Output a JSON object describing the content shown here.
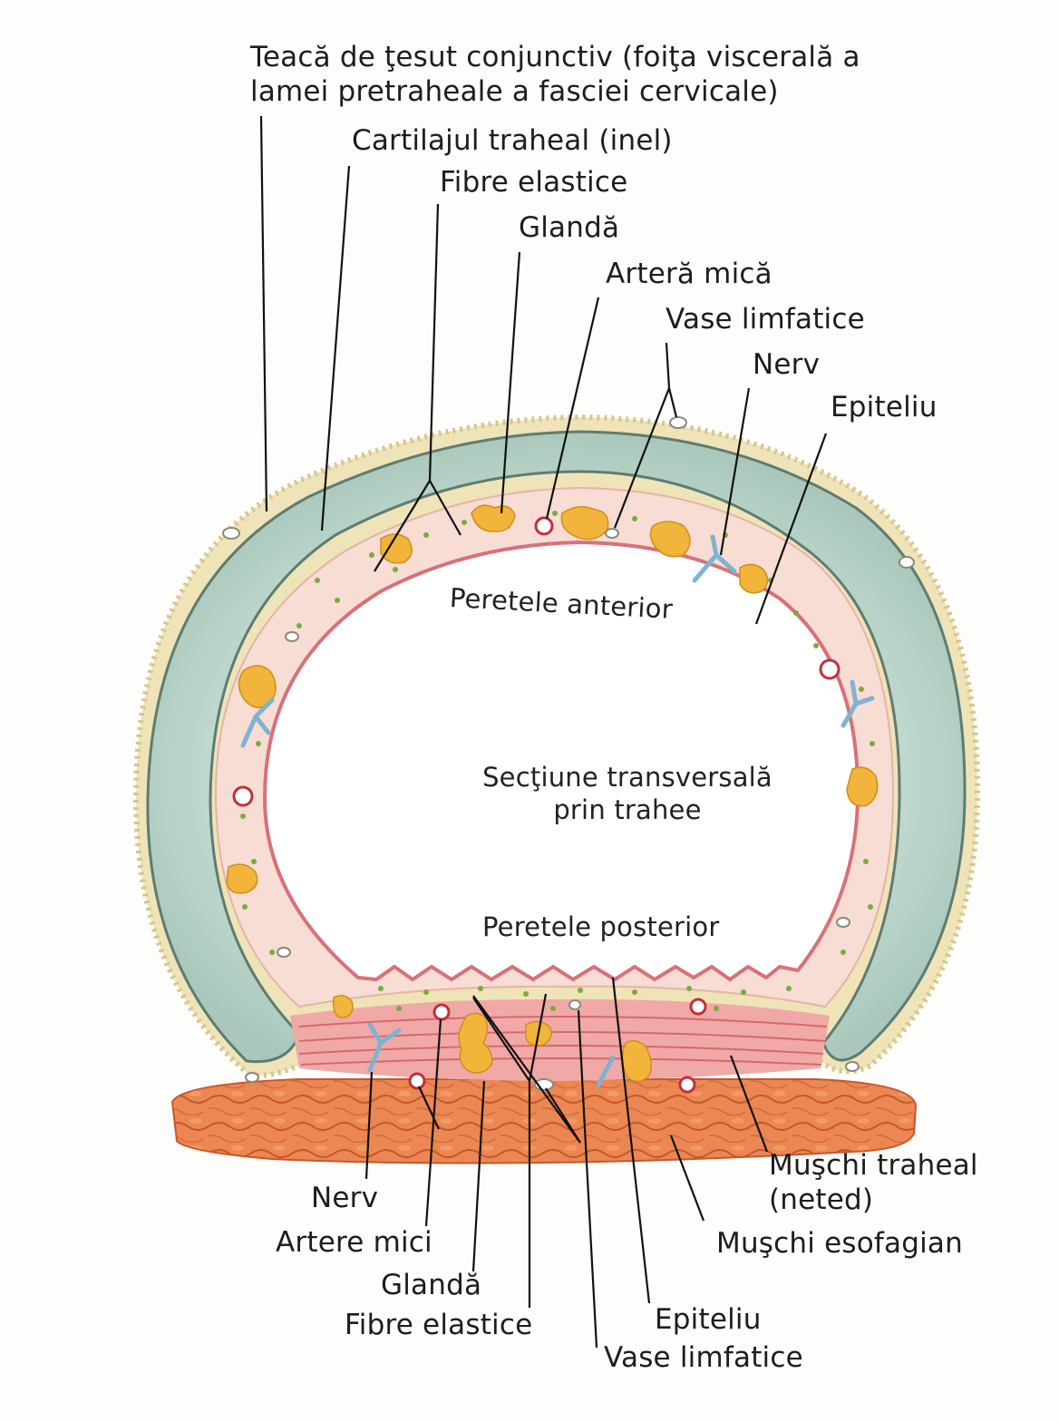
{
  "title": "Secţiune transversală prin trahee",
  "labels": {
    "sheath_line1": "Teacă de ţesut conjunctiv (foiţa viscerală a",
    "sheath_line2": "lamei pretraheale a fasciei cervicale)",
    "cartilage": "Cartilajul traheal (inel)",
    "elastic_top": "Fibre elastice",
    "gland_top": "Glandă",
    "artery_top": "Arteră mică",
    "lymph_top": "Vase limfatice",
    "nerve_top": "Nerv",
    "epithelium_top": "Epiteliu",
    "anterior_wall": "Peretele  anterior",
    "section_line1": "Secţiune transversală",
    "section_line2": "prin trahee",
    "posterior_wall": "Peretele posterior",
    "nerve_bottom": "Nerv",
    "arteries_bottom": "Artere mici",
    "gland_bottom": "Glandă",
    "elastic_bottom": "Fibre elastice",
    "epithelium_bottom": "Epiteliu",
    "lymph_bottom": "Vase limfatice",
    "tracheal_muscle_line1": "Muşchi traheal",
    "tracheal_muscle_line2": "(neted)",
    "esophageal_muscle": "Muşchi esofagian"
  },
  "colors": {
    "cartilage": "#bcd6cc",
    "cartilage_edge": "#6f8c80",
    "sheath": "#e8dcae",
    "mucosa": "#f5d9d0",
    "epithelium": "#d9707a",
    "gland": "#f2b43a",
    "elastic_dots": "#7cab3c",
    "esophagus": "#e8804e",
    "smooth_muscle": "#e28c8e",
    "nerve": "#a9cde3",
    "artery": "#c0303a"
  }
}
